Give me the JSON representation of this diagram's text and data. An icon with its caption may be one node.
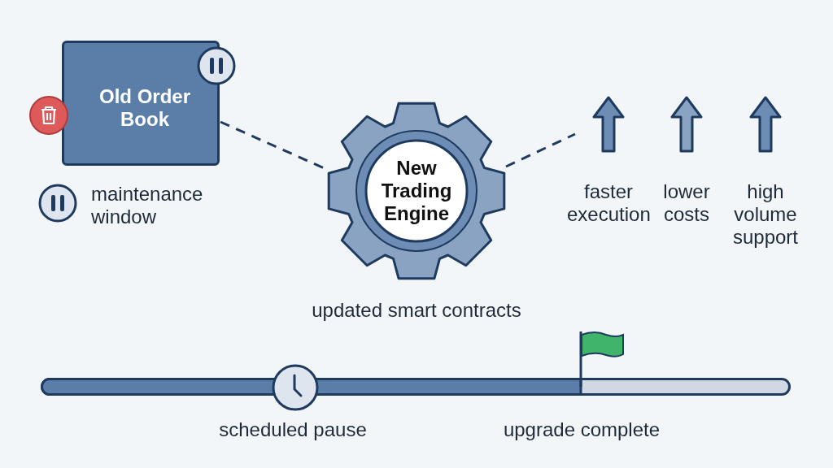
{
  "diagram": {
    "nodes": [
      {
        "text": [
          "Old Order Book"
        ]
      },
      {
        "text": [
          "New Trading Engine"
        ],
        "beside": [
          "updated smart contracts"
        ]
      },
      {
        "text": [
          "faster execution"
        ]
      },
      {
        "text": [
          "lower costs"
        ]
      },
      {
        "text": [
          "high volume support"
        ]
      }
    ],
    "edges": [
      {
        "from": 0,
        "to": 1,
        "arrow": "none",
        "style": "dashed"
      },
      {
        "from": 1,
        "to": 2,
        "arrow": "none",
        "style": "dashed"
      }
    ],
    "labels": [
      "maintenance window",
      "scheduled pause",
      "upgrade complete"
    ]
  }
}
